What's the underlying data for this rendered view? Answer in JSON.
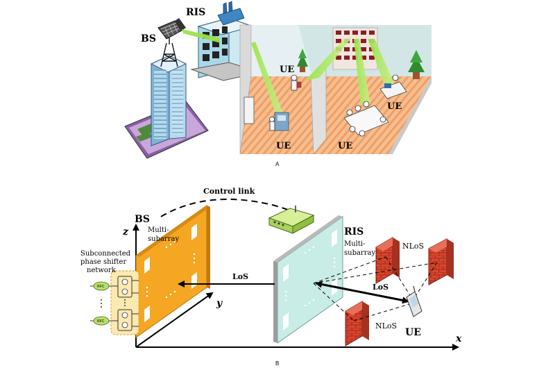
{
  "panel_a": {
    "caption": "A",
    "labels": {
      "bs": "BS",
      "ris": "RIS",
      "ue_upper_left": "UE",
      "ue_lower_left": "UE",
      "ue_lower_mid": "UE",
      "ue_right": "UE"
    }
  },
  "panel_b": {
    "caption": "B",
    "labels": {
      "control_link": "Control link",
      "bs": "BS",
      "bs_multi_line1": "Multi-",
      "bs_multi_line2": "subarray",
      "ris": "RIS",
      "ris_multi_line1": "Multi-",
      "ris_multi_line2": "subarray",
      "phase_line1": "Subconnected",
      "phase_line2": "phase shifter",
      "phase_line3": "network",
      "rfc_top": "RFC",
      "rfc_bottom": "RFC",
      "z_axis": "z",
      "y_axis": "y",
      "x_axis": "x",
      "los_left": "LoS",
      "los_right": "LoS",
      "nlos_top": "NLoS",
      "nlos_bottom": "NLoS",
      "ue": "UE"
    }
  },
  "colors": {
    "bs_panel": "#F5A623",
    "ris_panel": "#C8ECE6",
    "wall": "#D9452E",
    "beam": "#9BE34A",
    "router": "#B5E06A",
    "floor": "#F3B07E",
    "network_bg": "#FBE9B0"
  }
}
